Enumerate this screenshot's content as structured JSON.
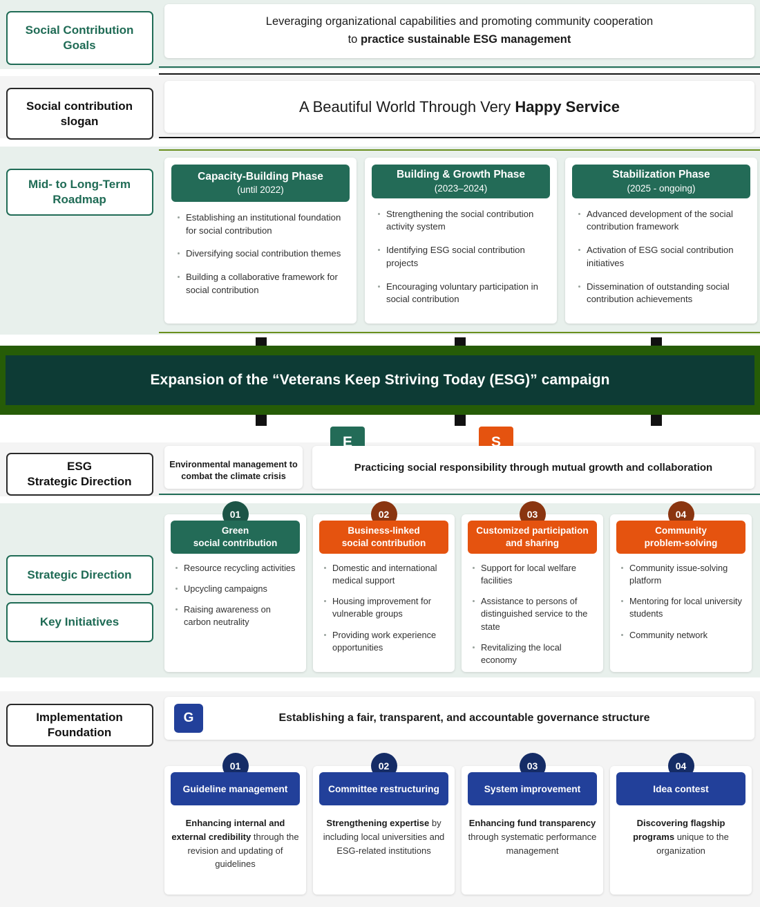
{
  "rows": {
    "goals": {
      "label": "Social Contribution\nGoals",
      "line1": "Leveraging organizational capabilities and promoting community cooperation",
      "line2_prefix": "to ",
      "line2_bold": "practice sustainable ESG management"
    },
    "slogan": {
      "label": "Social contribution\nslogan",
      "text_prefix": "A Beautiful World Through Very ",
      "text_bold": "Happy Service"
    },
    "roadmap": {
      "label": "Mid- to Long-Term\nRoadmap",
      "phases": [
        {
          "title": "Capacity-Building Phase",
          "period": "(until 2022)",
          "items": [
            "Establishing an institutional foundation for social contribution",
            "Diversifying social contribution themes",
            "Building a collaborative framework for social contribution"
          ]
        },
        {
          "title": "Building & Growth Phase",
          "period": "(2023–2024)",
          "items": [
            "Strengthening the social contribution activity system",
            "Identifying ESG social contribution projects",
            "Encouraging voluntary participation in social contribution"
          ]
        },
        {
          "title": "Stabilization Phase",
          "period": "(2025 - ongoing)",
          "items": [
            "Advanced development of the social contribution framework",
            "Activation of ESG social contribution initiatives",
            "Dissemination of outstanding social contribution achievements"
          ]
        }
      ]
    },
    "banner": {
      "text": "Expansion of the “Veterans Keep Striving Today (ESG)” campaign"
    },
    "esg": {
      "label": "ESG\nStrategic Direction",
      "e_tag": "E",
      "e_text": "Environmental management to combat the climate crisis",
      "s_tag": "S",
      "s_text": "Practicing social responsibility through mutual growth and collaboration"
    },
    "strategy": {
      "label_direction": "Strategic Direction",
      "label_initiatives": "Key Initiatives",
      "cards": [
        {
          "number": "01",
          "title": "Green\nsocial contribution",
          "theme": "green",
          "items": [
            "Resource recycling activities",
            "Upcycling campaigns",
            "Raising awareness on carbon neutrality"
          ]
        },
        {
          "number": "02",
          "title": "Business-linked\nsocial contribution",
          "theme": "orange",
          "items": [
            "Domestic and international medical support",
            "Housing improvement for vulnerable groups",
            "Providing work experience opportunities"
          ]
        },
        {
          "number": "03",
          "title": "Customized participation\nand sharing",
          "theme": "orange",
          "items": [
            "Support for local welfare facilities",
            "Assistance to persons of distinguished service to the state",
            "Revitalizing the local economy"
          ]
        },
        {
          "number": "04",
          "title": "Community\nproblem-solving",
          "theme": "orange",
          "items": [
            "Community issue-solving platform",
            "Mentoring for local university students",
            "Community network"
          ]
        }
      ]
    },
    "implementation": {
      "label": "Implementation\nFoundation",
      "g_tag": "G",
      "g_text": "Establishing a fair, transparent, and accountable governance structure",
      "cards": [
        {
          "number": "01",
          "title": "Guideline management",
          "body_bold": "Enhancing internal and external credibility",
          "body_rest": " through the revision and updating of guidelines"
        },
        {
          "number": "02",
          "title": "Committee restructuring",
          "body_bold": "Strengthening expertise",
          "body_rest": " by including local universities and ESG-related institutions"
        },
        {
          "number": "03",
          "title": "System improvement",
          "body_bold": "Enhancing fund transparency",
          "body_rest": " through systematic performance management"
        },
        {
          "number": "04",
          "title": "Idea contest",
          "body_bold": "Discovering flagship programs",
          "body_rest": " unique to the organization"
        }
      ]
    }
  },
  "colors": {
    "green": "#236b57",
    "orange": "#e5530f",
    "navy": "#22409a",
    "banner_outer": "#265c07",
    "banner_inner": "#0d3b35",
    "mint_band": "#e8f0ec",
    "gray_band": "#f4f4f4"
  }
}
